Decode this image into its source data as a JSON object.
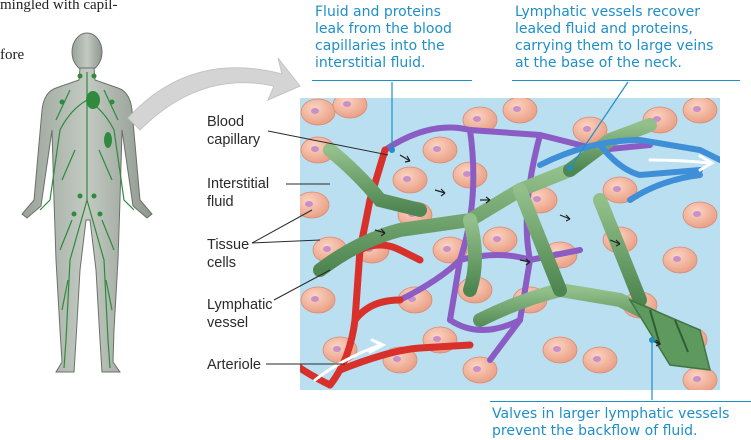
{
  "page_text": {
    "line1": "mingled with capil-",
    "line2": "fore"
  },
  "labels": {
    "blood_capillary": [
      "Blood",
      "capillary"
    ],
    "interstitial_fluid": [
      "Interstitial",
      "fluid"
    ],
    "tissue_cells": [
      "Tissue",
      "cells"
    ],
    "lymphatic_vessel": [
      "Lymphatic",
      "vessel"
    ],
    "arteriole": "Arteriole"
  },
  "callouts": {
    "fluid_leak": [
      "Fluid and proteins",
      "leak from the blood",
      "capillaries into the",
      "interstitial fluid."
    ],
    "lymph_recover": [
      "Lymphatic vessels recover",
      "leaked fluid and proteins,",
      "carrying them to large veins",
      "at the base of the neck."
    ],
    "valves": [
      "Valves in larger lymphatic vessels",
      "prevent the backflow of fluid."
    ]
  },
  "colors": {
    "callout_text": "#1f8fc8",
    "blood_red": "#d8302a",
    "venous_purple": "#8a5cc4",
    "lymph_green": "#6f9f6a",
    "vein_blue": "#3f8fd8",
    "tissue_peach": "#f4b9a0",
    "background_fluid": "#b9dff0"
  }
}
